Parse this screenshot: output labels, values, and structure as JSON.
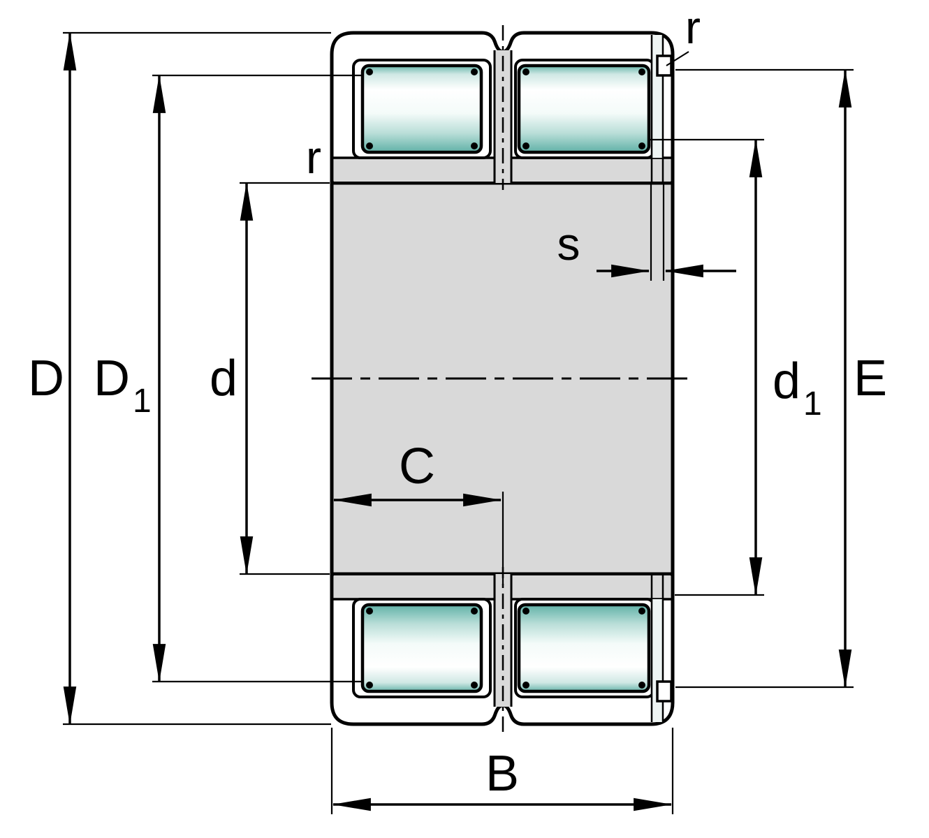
{
  "diagram": {
    "type": "cylindrical-roller-bearing-cross-section",
    "labels": {
      "D": "D",
      "D1": {
        "base": "D",
        "sub": "1"
      },
      "d": "d",
      "d1": {
        "base": "d",
        "sub": "1"
      },
      "E": "E",
      "B": "B",
      "C": "C",
      "s": "s",
      "r_outer": "r",
      "r_inner": "r"
    },
    "colors": {
      "ring_fill": "#a7cfc8",
      "roller_shade": "#60b1a7",
      "section_gray": "#d9d9d9",
      "outline": "#000000",
      "background": "#ffffff"
    }
  }
}
